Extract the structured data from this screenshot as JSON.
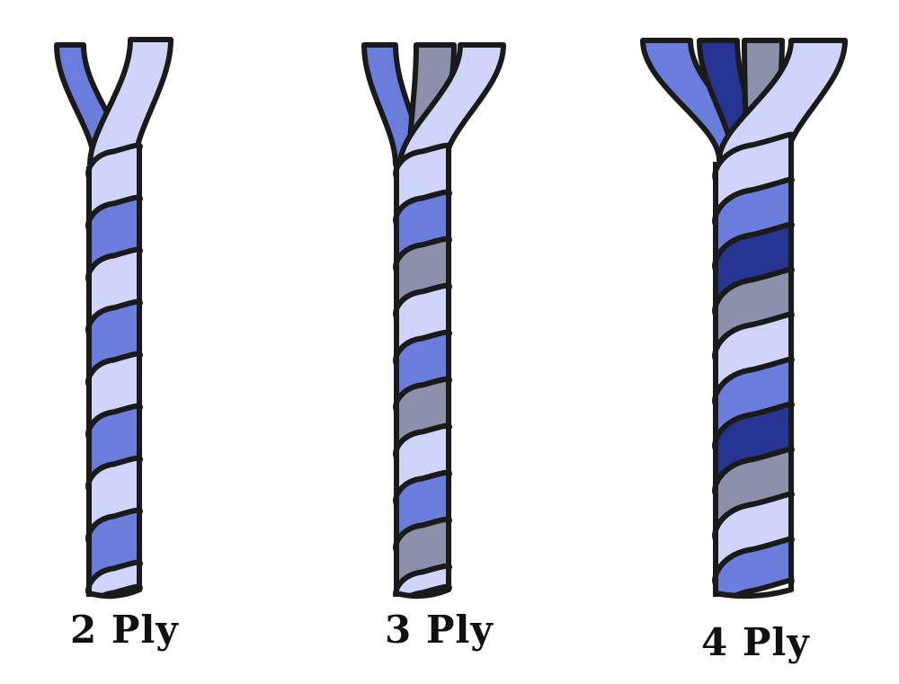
{
  "diagram": {
    "ropes": [
      {
        "label": "2 Ply",
        "plies": 2,
        "colors": [
          "#6b7ddc",
          "#cfd4fb"
        ]
      },
      {
        "label": "3 Ply",
        "plies": 3,
        "colors": [
          "#6b7ddc",
          "#8b90ab",
          "#cfd4fb"
        ]
      },
      {
        "label": "4 Ply",
        "plies": 4,
        "colors": [
          "#6b7ddc",
          "#263592",
          "#8b90ab",
          "#cfd4fb"
        ]
      }
    ],
    "outline_color": "#1a1a1a",
    "background": "#ffffff"
  }
}
